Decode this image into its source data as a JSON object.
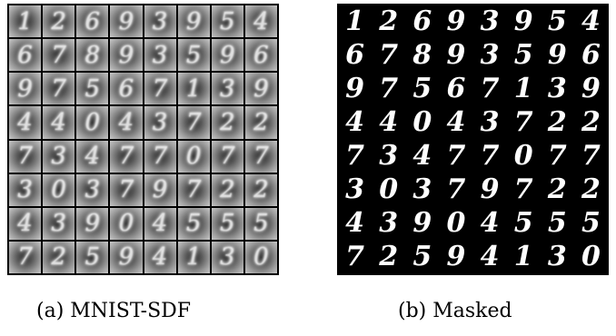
{
  "panels": [
    {
      "caption": "(a) MNIST-SDF",
      "digits": [
        [
          "1",
          "2",
          "6",
          "9",
          "3",
          "9",
          "5",
          "4"
        ],
        [
          "6",
          "7",
          "8",
          "9",
          "3",
          "5",
          "9",
          "6"
        ],
        [
          "9",
          "7",
          "5",
          "6",
          "7",
          "1",
          "3",
          "9"
        ],
        [
          "4",
          "4",
          "0",
          "4",
          "3",
          "7",
          "2",
          "2"
        ],
        [
          "7",
          "3",
          "4",
          "7",
          "7",
          "0",
          "7",
          "7"
        ],
        [
          "3",
          "0",
          "3",
          "7",
          "9",
          "7",
          "2",
          "2"
        ],
        [
          "4",
          "3",
          "9",
          "0",
          "4",
          "5",
          "5",
          "5"
        ],
        [
          "7",
          "2",
          "5",
          "9",
          "4",
          "1",
          "3",
          "0"
        ]
      ]
    },
    {
      "caption": "(b) Masked",
      "digits": [
        [
          "1",
          "2",
          "6",
          "9",
          "3",
          "9",
          "5",
          "4"
        ],
        [
          "6",
          "7",
          "8",
          "9",
          "3",
          "5",
          "9",
          "6"
        ],
        [
          "9",
          "7",
          "5",
          "6",
          "7",
          "1",
          "3",
          "9"
        ],
        [
          "4",
          "4",
          "0",
          "4",
          "3",
          "7",
          "2",
          "2"
        ],
        [
          "7",
          "3",
          "4",
          "7",
          "7",
          "0",
          "7",
          "7"
        ],
        [
          "3",
          "0",
          "3",
          "7",
          "9",
          "7",
          "2",
          "2"
        ],
        [
          "4",
          "3",
          "9",
          "0",
          "4",
          "5",
          "5",
          "5"
        ],
        [
          "7",
          "2",
          "5",
          "9",
          "4",
          "1",
          "3",
          "0"
        ]
      ]
    }
  ]
}
